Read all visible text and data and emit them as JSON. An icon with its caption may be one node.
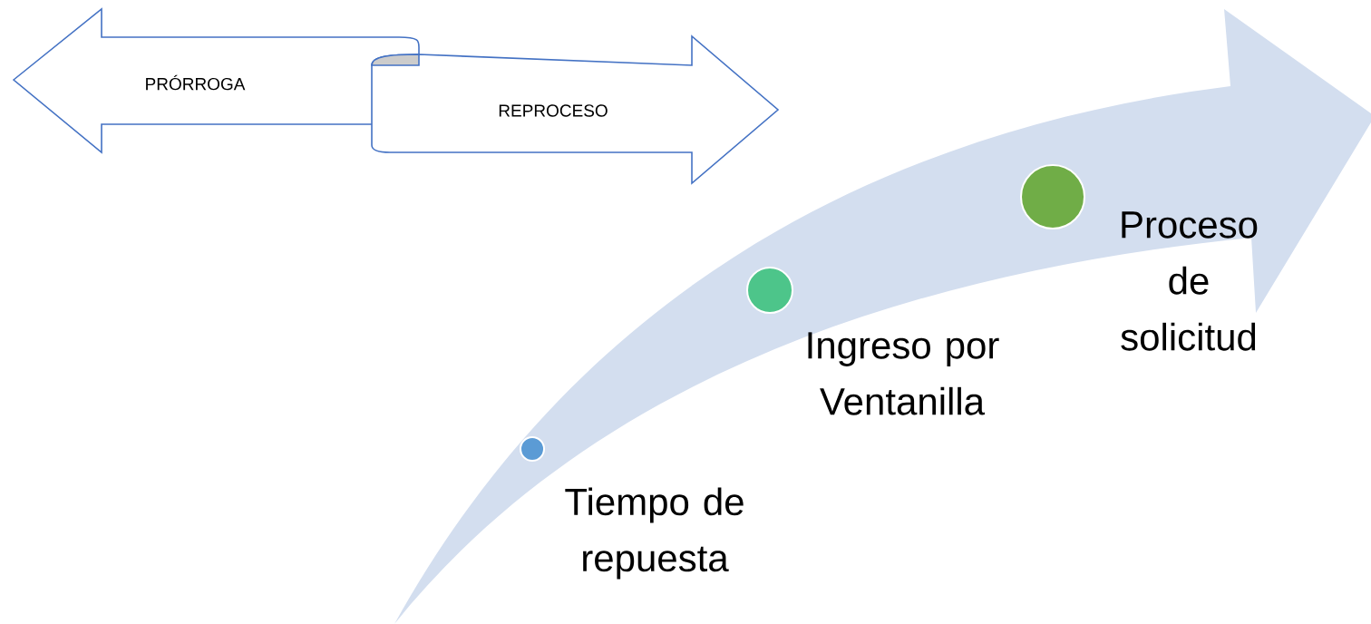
{
  "diagram": {
    "nodes": [
      {
        "text": [
          "PRÓRROGA"
        ]
      },
      {
        "text": [
          "REPROCESO"
        ]
      },
      {
        "text": [],
        "shape": "circle",
        "beside": [
          "Tiempo de repuesta"
        ]
      },
      {
        "text": [],
        "shape": "circle",
        "beside": [
          "Ingreso por Ventanilla"
        ]
      },
      {
        "text": [],
        "shape": "circle",
        "beside": [
          "Proceso de solicitud"
        ]
      }
    ]
  }
}
